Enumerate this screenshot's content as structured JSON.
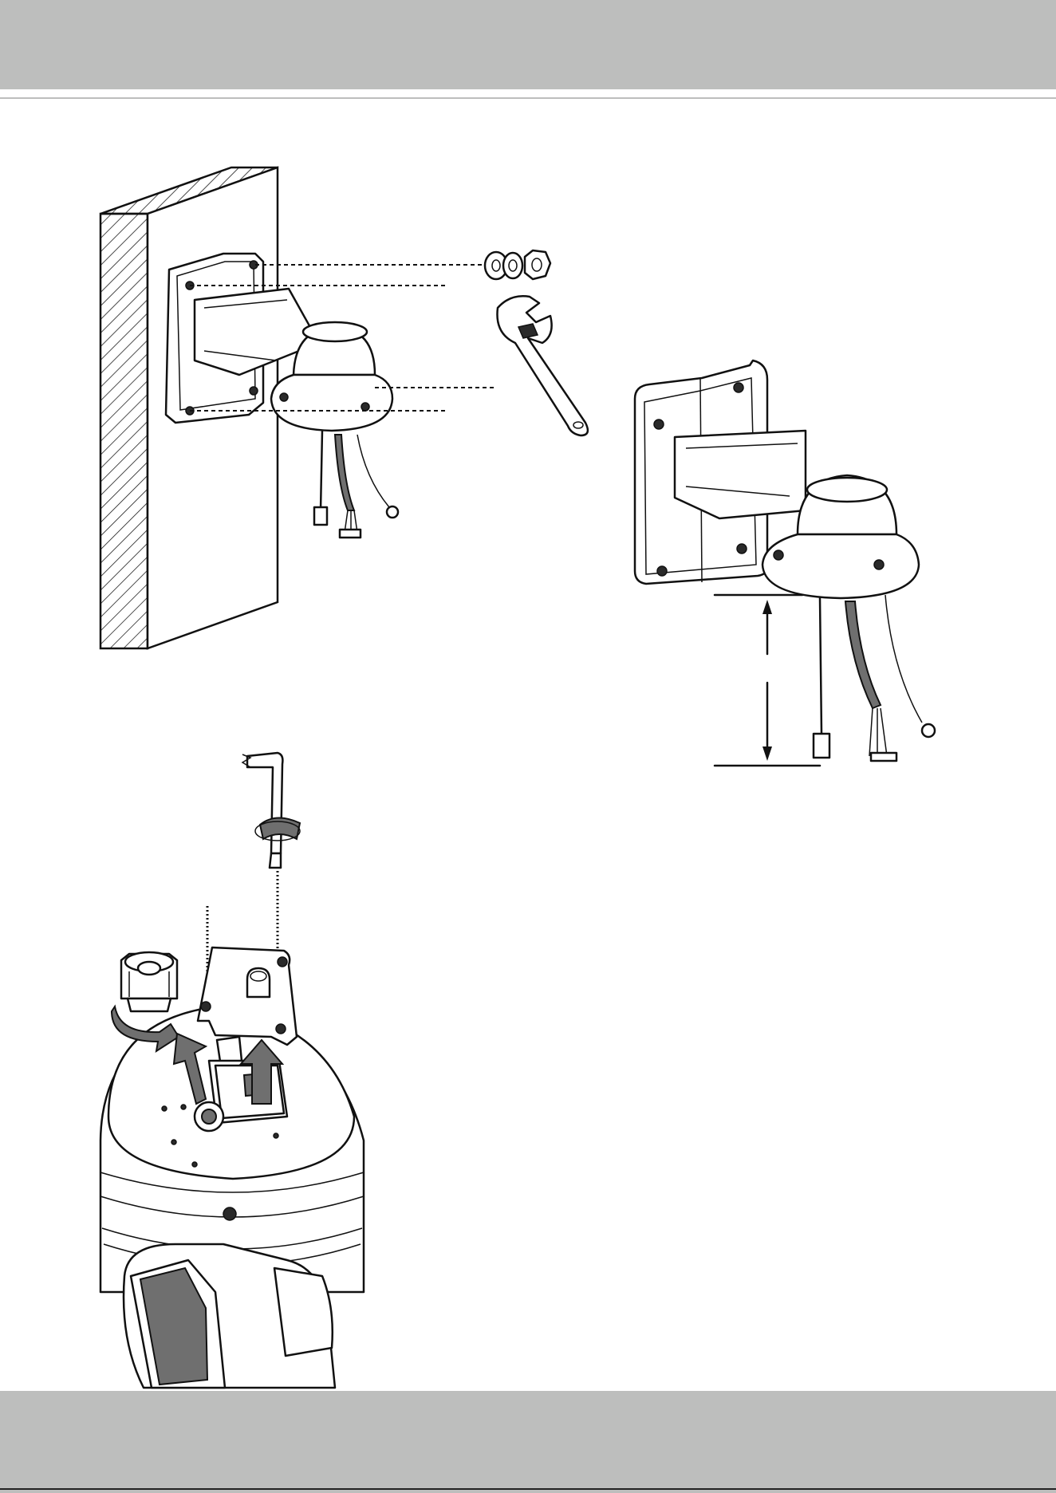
{
  "page": {
    "header_color": "#bdbebd",
    "footer_color": "#bdbebd",
    "rule_color": "#bdbebd"
  },
  "figures": {
    "wall_mount_exploded": {
      "icon": "wall-mount-bracket-exploded-illustration"
    },
    "wrench": {
      "icon": "adjustable-wrench-icon"
    },
    "washers_and_nut": {
      "icon": "washer-nut-icon"
    },
    "bracket_cable_length": {
      "icon": "bracket-cable-length-illustration"
    },
    "camera_top_cover": {
      "icon": "camera-top-cover-removal-illustration"
    },
    "hex_key": {
      "icon": "torx-key-icon"
    }
  }
}
